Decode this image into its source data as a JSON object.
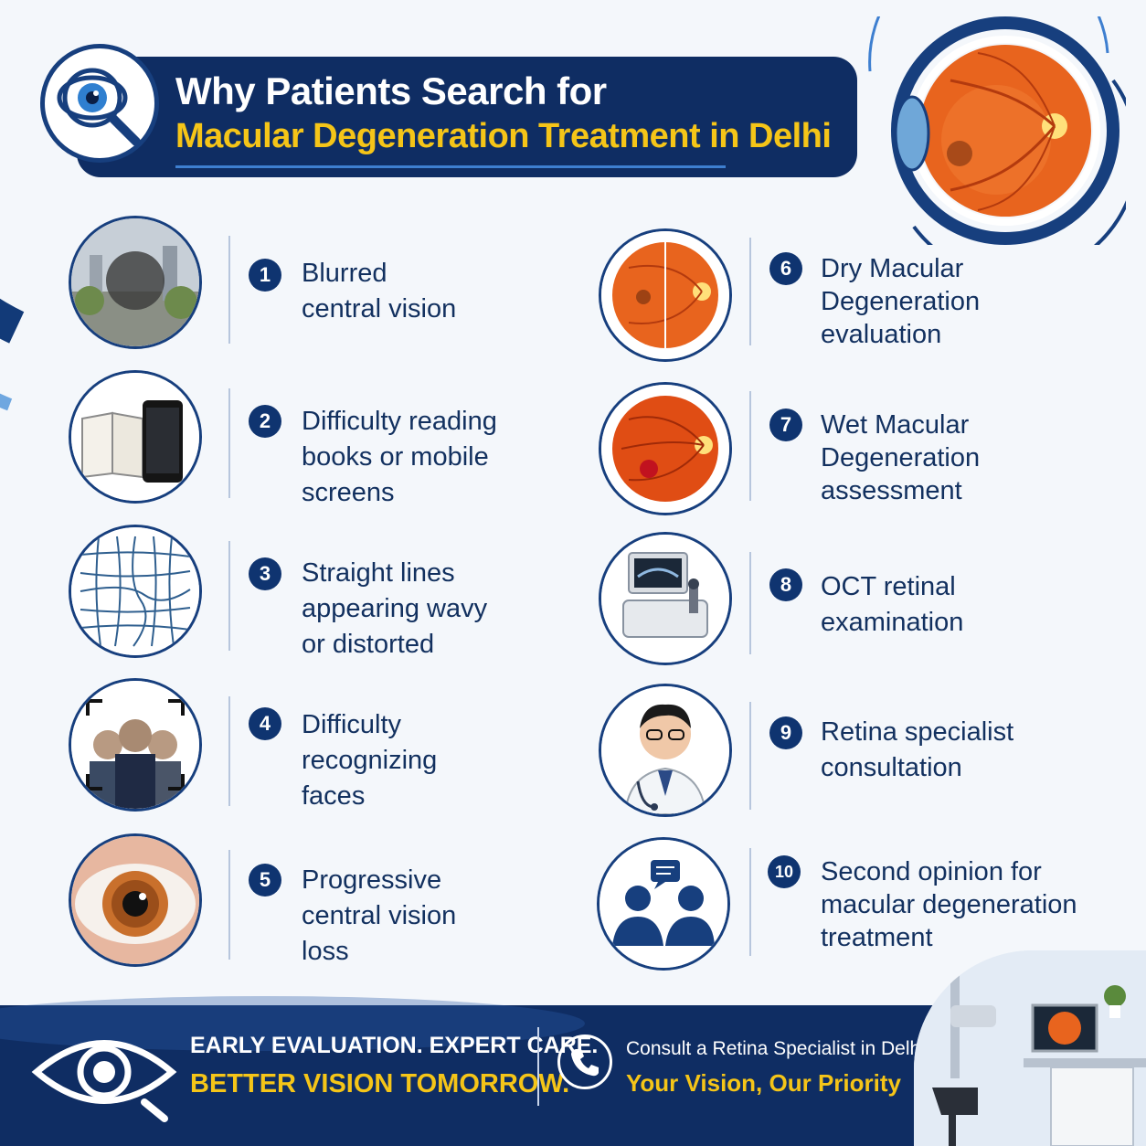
{
  "header": {
    "title_line1": "Why Patients Search for",
    "title_line2": "Macular Degeneration Treatment in Delhi"
  },
  "items_left": [
    {
      "num": "1",
      "lines": [
        "Blurred",
        "central vision"
      ],
      "icon": "blurred-city-image"
    },
    {
      "num": "2",
      "lines": [
        "Difficulty reading",
        "books or mobile",
        "screens"
      ],
      "icon": "book-and-phone-image"
    },
    {
      "num": "3",
      "lines": [
        "Straight lines",
        "appearing wavy",
        "or distorted"
      ],
      "icon": "distorted-grid-image"
    },
    {
      "num": "4",
      "lines": [
        "Difficulty",
        "recognizing",
        "faces"
      ],
      "icon": "blurred-faces-image"
    },
    {
      "num": "5",
      "lines": [
        "Progressive",
        "central vision",
        "loss"
      ],
      "icon": "eye-closeup-image"
    }
  ],
  "items_right": [
    {
      "num": "6",
      "lines": [
        "Dry Macular",
        "Degeneration",
        "evaluation"
      ],
      "icon": "retina-dry-image"
    },
    {
      "num": "7",
      "lines": [
        "Wet Macular",
        "Degeneration",
        "assessment"
      ],
      "icon": "retina-wet-image"
    },
    {
      "num": "8",
      "lines": [
        "OCT retinal",
        "examination"
      ],
      "icon": "oct-machine-image"
    },
    {
      "num": "9",
      "lines": [
        "Retina specialist",
        "consultation"
      ],
      "icon": "doctor-image"
    },
    {
      "num": "10",
      "lines": [
        "Second opinion for",
        "macular degeneration",
        "treatment"
      ],
      "icon": "consultation-icon"
    }
  ],
  "footer": {
    "line1": "EARLY EVALUATION. EXPERT CARE.",
    "line2": "BETTER VISION TOMORROW.",
    "line3": "Consult a Retina Specialist in Delhi",
    "line4": "Your Vision, Our Priority"
  },
  "colors": {
    "navy": "#0f2d63",
    "accent_yellow": "#f5c518",
    "retina_orange": "#e8641e"
  }
}
